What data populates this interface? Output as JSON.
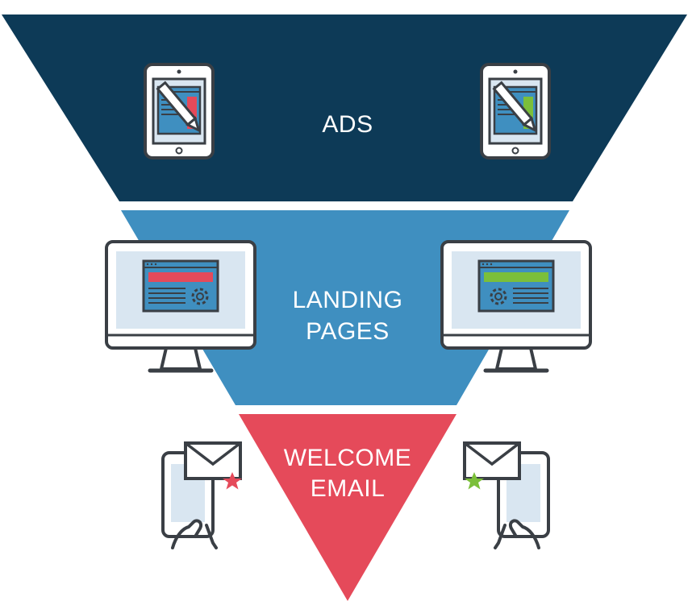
{
  "funnel": {
    "stages": [
      {
        "label_lines": [
          "ADS"
        ],
        "color": "#0d3a57"
      },
      {
        "label_lines": [
          "LANDING",
          "PAGES"
        ],
        "color": "#3f8fc0"
      },
      {
        "label_lines": [
          "WELCOME",
          "EMAIL"
        ],
        "color": "#e54a5a"
      }
    ]
  },
  "icons": {
    "left": [
      "tablet-ad-red-icon",
      "desktop-landing-page-red-icon",
      "phone-email-red-star-icon"
    ],
    "right": [
      "tablet-ad-green-icon",
      "desktop-landing-page-green-icon",
      "phone-email-green-star-icon"
    ]
  },
  "colors": {
    "outline": "#3a3f45",
    "screen": "#d9e6f1",
    "content_blue": "#3f8fc0",
    "accent_red": "#e54a5a",
    "accent_green": "#7bbf3a"
  }
}
